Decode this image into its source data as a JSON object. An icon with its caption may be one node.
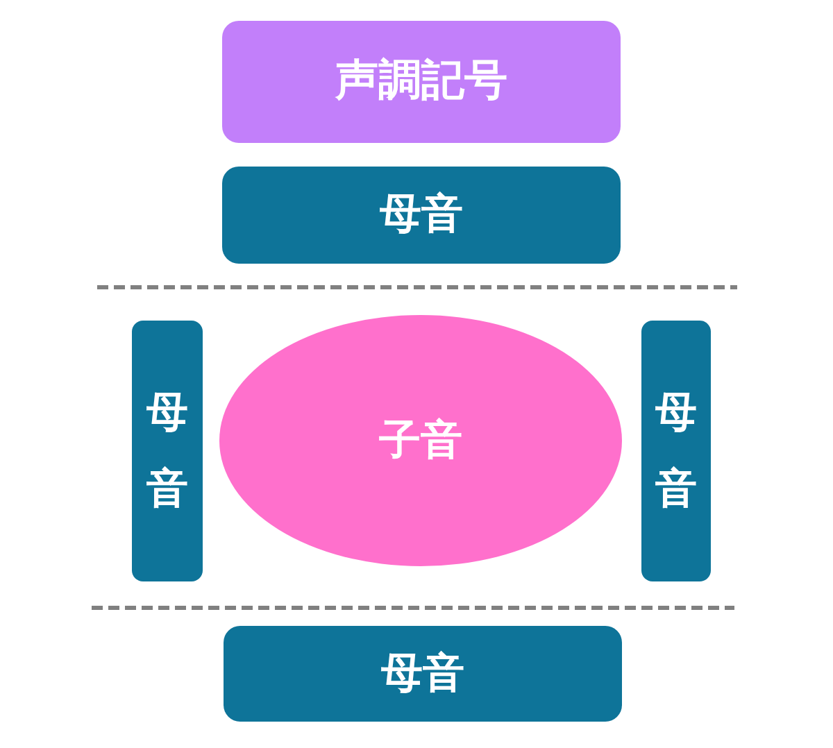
{
  "diagram": {
    "nodes": [
      {
        "text": [
          "声調記号"
        ]
      },
      {
        "text": [
          "母音"
        ]
      },
      {
        "text": [
          "母音"
        ]
      },
      {
        "text": [
          "子音"
        ]
      },
      {
        "text": [
          "母音"
        ]
      },
      {
        "text": [
          "母音"
        ]
      }
    ]
  }
}
